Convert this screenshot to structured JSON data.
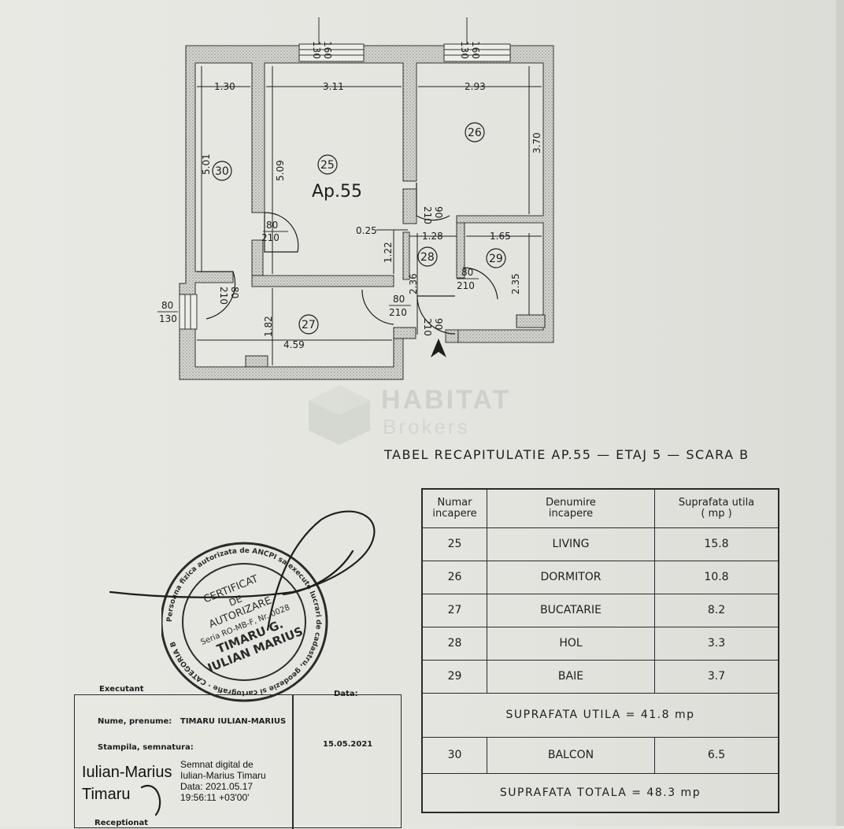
{
  "plan": {
    "apartment_label": "Ap.55",
    "window_labels": [
      {
        "top": "160",
        "bottom": "130"
      },
      {
        "top": "160",
        "bottom": "130"
      }
    ],
    "balcony_window": {
      "top": "80",
      "bottom": "130"
    },
    "rooms": [
      "25",
      "26",
      "27",
      "28",
      "29",
      "30"
    ],
    "dimensions": {
      "d130": "1.30",
      "d311": "3.11",
      "d293": "2.93",
      "d501": "5.01",
      "d509": "5.09",
      "d370": "3.70",
      "d025": "0.25",
      "d128": "1.28",
      "d165": "1.65",
      "d122": "1.22",
      "d236": "2.36",
      "d235": "2.35",
      "d182": "1.82",
      "d459": "4.59"
    },
    "doors": [
      {
        "top": "80",
        "bottom": "210"
      },
      {
        "top": "80",
        "bottom": "210"
      },
      {
        "top": "80",
        "bottom": "210"
      },
      {
        "top": "80",
        "bottom": "210"
      },
      {
        "top": "90",
        "bottom": "210"
      },
      {
        "top": "90",
        "bottom": "210"
      }
    ]
  },
  "watermark": {
    "name": "HABITAT",
    "sub": "Brokers"
  },
  "table": {
    "title": "TABEL RECAPITULATIE AP.55 — ETAJ 5 — SCARA B",
    "headers": {
      "numar_1": "Numar",
      "numar_2": "incapere",
      "denumire_1": "Denumire",
      "denumire_2": "incapere",
      "suprafata_1": "Suprafata utila",
      "suprafata_2": "( mp )"
    },
    "rows": [
      {
        "nr": "25",
        "name": "LIVING",
        "area": "15.8"
      },
      {
        "nr": "26",
        "name": "DORMITOR",
        "area": "10.8"
      },
      {
        "nr": "27",
        "name": "BUCATARIE",
        "area": "8.2"
      },
      {
        "nr": "28",
        "name": "HOL",
        "area": "3.3"
      },
      {
        "nr": "29",
        "name": "BAIE",
        "area": "3.7"
      }
    ],
    "useful_total": "SUPRAFATA UTILA = 41.8 mp",
    "balcony": {
      "nr": "30",
      "name": "BALCON",
      "area": "6.5"
    },
    "grand_total": "SUPRAFATA TOTALA = 48.3 mp"
  },
  "executant": {
    "label": "Executant",
    "date_label": "Data:",
    "name_label": "Nume, prenume:",
    "name_value": "TIMARU IULIAN-MARIUS",
    "stamp_label": "Stampila, semnatura:",
    "date_value": "15.05.2021",
    "sign_name_1": "Iulian-Marius",
    "sign_name_2": "Timaru",
    "sign_meta_1": "Semnat digital de",
    "sign_meta_2": "Iulian-Marius Timaru",
    "sign_meta_3": "Data: 2021.05.17",
    "sign_meta_4": "19:56:11 +03'00'",
    "receptionat": "Receptionat"
  },
  "stamp": {
    "ring_text": "Persoana fizica autorizata de ANCPI sa execute lucrari de cadastru, geodezie si cartografie · CATEGORIA B",
    "line1": "CERTIFICAT",
    "line2": "DE",
    "line3": "AUTORIZARE",
    "line4": "Seria RO-MB-F, Nr. 0028",
    "line5": "TIMARU G.",
    "line6": "IULIAN MARIUS"
  },
  "colors": {
    "paper": "#e6e6e1",
    "ink": "#1d1d1d",
    "stamp_ink": "#2b2b2b"
  }
}
